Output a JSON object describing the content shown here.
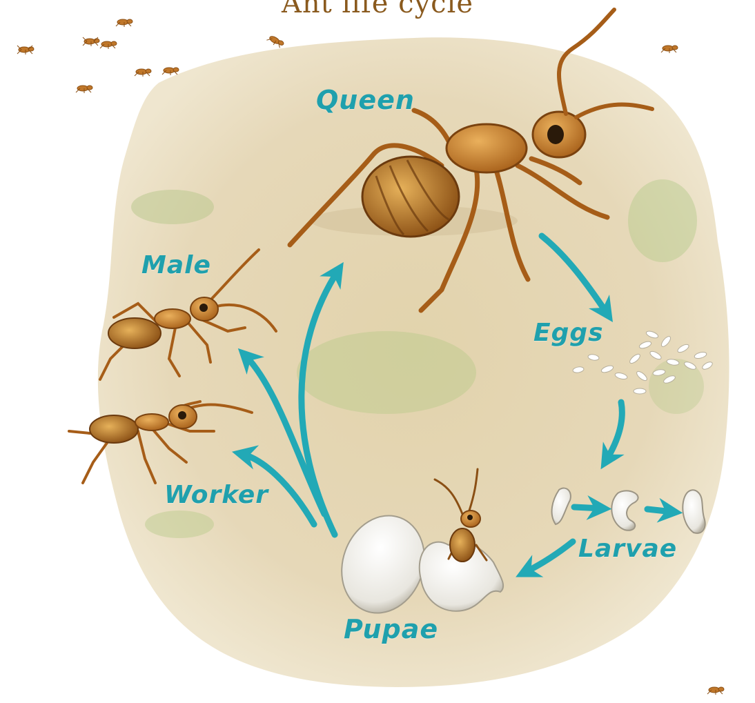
{
  "title": "Ant life cycle",
  "stages": {
    "queen": "Queen",
    "eggs": "Eggs",
    "larvae": "Larvae",
    "pupae": "Pupae",
    "worker": "Worker",
    "male": "Male"
  },
  "colors": {
    "arrow": "#22a9b6",
    "label": "#1fa0ad",
    "ground": "#e6d7b6",
    "ant_body": "#c8741e",
    "title": "#8a5a1e"
  }
}
